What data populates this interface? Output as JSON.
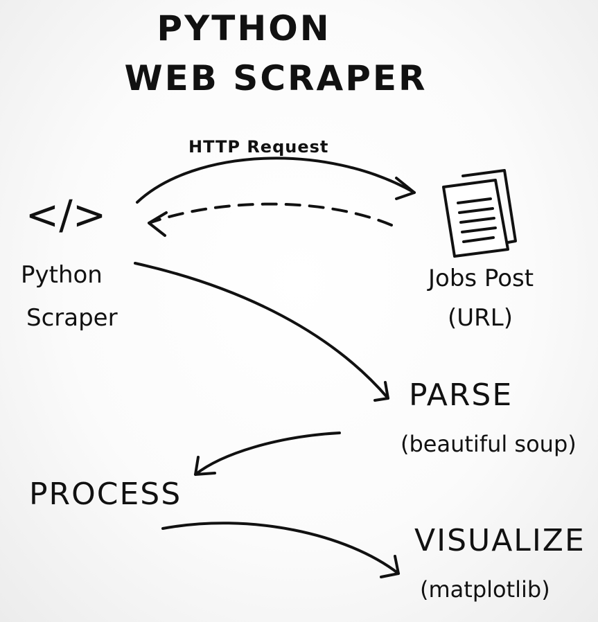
{
  "title": {
    "line1": "PYTHON",
    "line2": "WEB SCRAPER"
  },
  "nodes": {
    "scraper": {
      "icon_glyph": "</>",
      "line1": "Python",
      "line2": "Scraper"
    },
    "jobs": {
      "line1": "Jobs Post",
      "line2": "(URL)"
    },
    "parse": {
      "label": "PARSE",
      "tool": "(beautiful soup)"
    },
    "process": {
      "label": "PROCESS"
    },
    "visualize": {
      "label": "VISUALIZE",
      "tool": "(matplotlib)"
    }
  },
  "edges": {
    "request_label": "HTTP Request"
  }
}
